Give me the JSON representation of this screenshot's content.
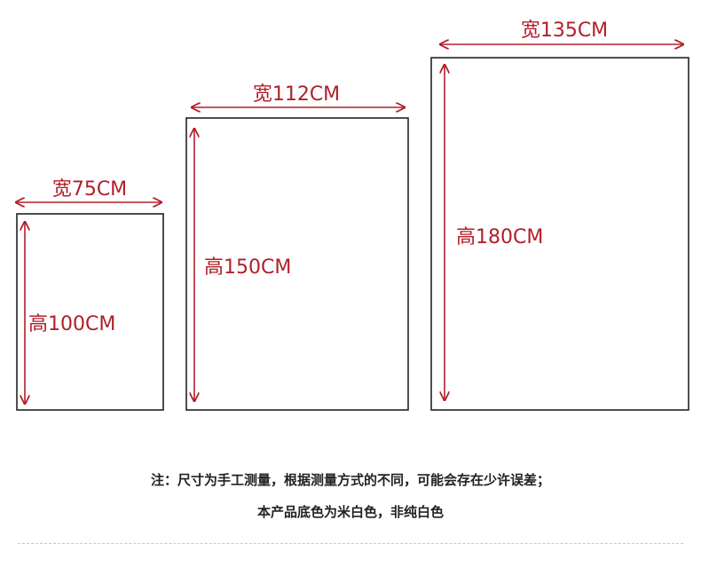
{
  "panels": [
    {
      "width_label": "宽75CM",
      "height_label": "高100CM",
      "width_cm": 75,
      "height_cm": 100
    },
    {
      "width_label": "宽112CM",
      "height_label": "高150CM",
      "width_cm": 112,
      "height_cm": 150
    },
    {
      "width_label": "宽135CM",
      "height_label": "高180CM",
      "width_cm": 135,
      "height_cm": 180
    }
  ],
  "notes": {
    "line1": "注：尺寸为手工测量，根据测量方式的不同，可能会存在少许误差；",
    "line2": "本产品底色为米白色，非纯白色"
  },
  "colors": {
    "dimension": "#b0202a",
    "frame": "#222222"
  }
}
